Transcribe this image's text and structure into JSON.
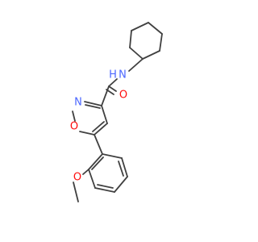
{
  "molecule": {
    "atoms": {
      "nh": "N",
      "h": "H",
      "o_carbonyl": "O",
      "n_ring": "N",
      "o_ring": "O",
      "o_methoxy": "O"
    },
    "colors": {
      "bond": "#404040",
      "nitrogen": "#4a66ff",
      "oxygen": "#ff0d0d"
    }
  }
}
